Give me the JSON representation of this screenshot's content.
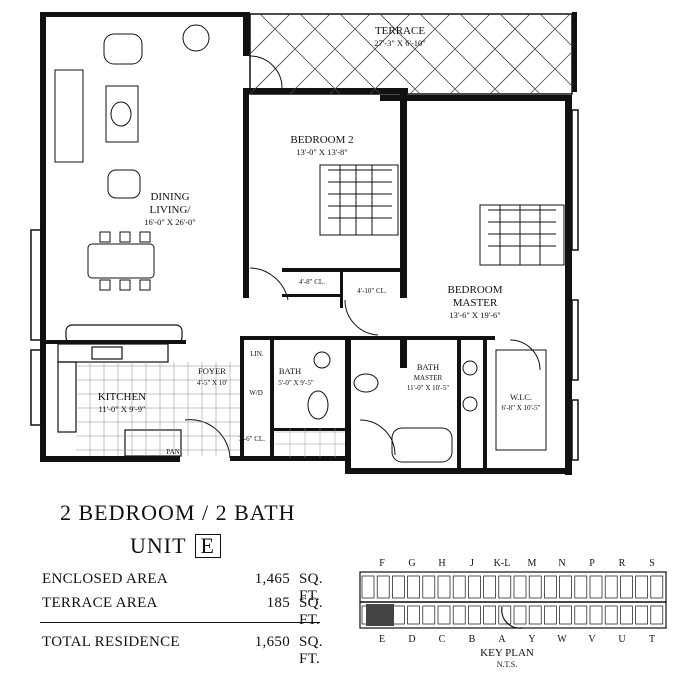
{
  "rooms": {
    "terrace": {
      "name": "TERRACE",
      "dims": "27'-3\" X 6'-10\""
    },
    "bedroom2": {
      "name": "BEDROOM 2",
      "dims": "13'-0\" X 13'-8\""
    },
    "dining_living": {
      "name1": "DINING",
      "name2": "LIVING/",
      "dims": "16'-0\" X 26'-0\""
    },
    "master": {
      "name1": "BEDROOM",
      "name2": "MASTER",
      "dims": "13'-6\" X 19'-6\""
    },
    "kitchen": {
      "name": "KITCHEN",
      "dims": "11'-0\" X 9'-9\""
    },
    "foyer": {
      "name": "FOYER",
      "dims": "4'-5\" X 10'"
    },
    "bath": {
      "name": "BATH",
      "dims": "5'-0\" X 9'-5\""
    },
    "bath_master": {
      "name1": "BATH",
      "name2": "MASTER",
      "dims": "11'-0\" X 10'-5\""
    },
    "wic": {
      "name": "W.I.C.",
      "dims": "6'-8\" X 10'-5\""
    },
    "closet1": {
      "name": "4'-8\" CL."
    },
    "closet2": {
      "name": "4'-10\" CL."
    },
    "closet3": {
      "name": "3'-6\" CL."
    },
    "lin": {
      "name": "LIN."
    },
    "wd": {
      "name": "W/D"
    },
    "pan": {
      "name": "PAN"
    }
  },
  "header": {
    "title": "2 BEDROOM / 2 BATH",
    "unit_label": "UNIT",
    "unit_code": "E"
  },
  "areas": [
    {
      "name": "ENCLOSED AREA",
      "value": "1,465",
      "unit": "SQ. FT."
    },
    {
      "name": "TERRACE AREA",
      "value": "185",
      "unit": "SQ. FT."
    },
    {
      "name": "TOTAL RESIDENCE",
      "value": "1,650",
      "unit": "SQ. FT."
    }
  ],
  "key_plan": {
    "title": "KEY PLAN",
    "subtitle": "N.T.S.",
    "top_letters": [
      "F",
      "G",
      "H",
      "J",
      "K-L",
      "M",
      "N",
      "P",
      "R",
      "S"
    ],
    "bottom_letters": [
      "E",
      "D",
      "C",
      "B",
      "A",
      "Y",
      "W",
      "V",
      "U",
      "T"
    ],
    "highlighted": "E"
  }
}
